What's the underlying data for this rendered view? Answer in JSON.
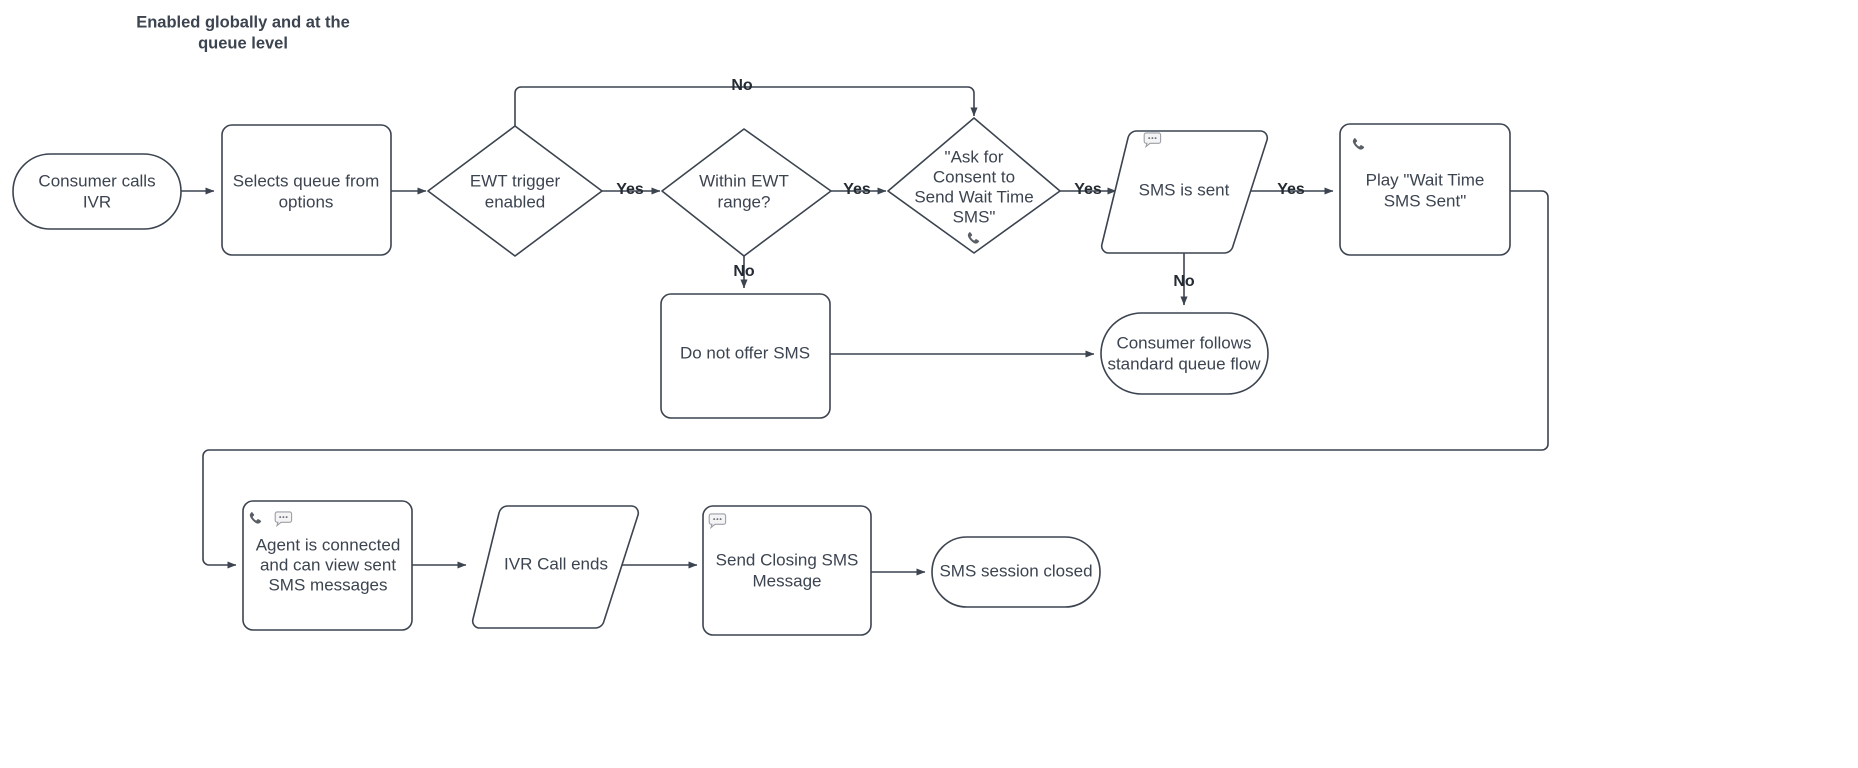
{
  "title": {
    "line1": "Enabled globally and at the",
    "line2": "queue level"
  },
  "nodes": {
    "consumer_calls_ivr": {
      "label_1": "Consumer calls",
      "label_2": "IVR",
      "shape": "stadium"
    },
    "selects_queue": {
      "label_1": "Selects queue from",
      "label_2": "options",
      "shape": "rect"
    },
    "ewt_trigger": {
      "label_1": "EWT trigger",
      "label_2": "enabled",
      "shape": "diamond"
    },
    "within_ewt_range": {
      "label_1": "Within EWT",
      "label_2": "range?",
      "shape": "diamond"
    },
    "ask_for_consent": {
      "label_1": "\"Ask for",
      "label_2": "Consent to",
      "label_3": "Send Wait Time",
      "label_4": "SMS\"",
      "shape": "diamond",
      "icon": "phone-icon"
    },
    "sms_is_sent": {
      "label_1": "SMS is sent",
      "shape": "parallelogram",
      "icon": "sms-bubble-icon"
    },
    "play_wait_time": {
      "label_1": "Play \"Wait Time",
      "label_2": "SMS Sent\"",
      "shape": "rect",
      "icon": "phone-icon"
    },
    "do_not_offer_sms": {
      "label_1": "Do not offer SMS",
      "shape": "rect"
    },
    "consumer_follows": {
      "label_1": "Consumer follows",
      "label_2": "standard queue flow",
      "shape": "stadium"
    },
    "agent_connected": {
      "label_1": "Agent is connected",
      "label_2": "and can view sent",
      "label_3": "SMS messages",
      "shape": "rect",
      "icon_1": "phone-icon",
      "icon_2": "sms-bubble-icon"
    },
    "ivr_call_ends": {
      "label_1": "IVR Call ends",
      "shape": "parallelogram"
    },
    "send_closing_sms": {
      "label_1": "Send Closing SMS",
      "label_2": "Message",
      "shape": "rect",
      "icon": "sms-bubble-icon"
    },
    "sms_session_closed": {
      "label_1": "SMS session closed",
      "shape": "stadium"
    }
  },
  "edges": {
    "ewt_trigger_no": {
      "label": "No",
      "from": "ewt_trigger",
      "to": "ask_for_consent"
    },
    "ewt_trigger_yes": {
      "label": "Yes",
      "from": "ewt_trigger",
      "to": "within_ewt_range"
    },
    "within_range_yes": {
      "label": "Yes",
      "from": "within_ewt_range",
      "to": "ask_for_consent"
    },
    "within_range_no": {
      "label": "No",
      "from": "within_ewt_range",
      "to": "do_not_offer_sms"
    },
    "consent_yes": {
      "label": "Yes",
      "from": "ask_for_consent",
      "to": "sms_is_sent"
    },
    "sms_sent_yes": {
      "label": "Yes",
      "from": "sms_is_sent",
      "to": "play_wait_time"
    },
    "sms_sent_no": {
      "label": "No",
      "from": "sms_is_sent",
      "to": "consumer_follows"
    },
    "ivr_to_queue": {
      "label": "",
      "from": "consumer_calls_ivr",
      "to": "selects_queue"
    },
    "queue_to_trigger": {
      "label": "",
      "from": "selects_queue",
      "to": "ewt_trigger"
    },
    "no_sms_to_follows": {
      "label": "",
      "from": "do_not_offer_sms",
      "to": "consumer_follows"
    },
    "play_to_agent": {
      "label": "",
      "from": "play_wait_time",
      "to": "agent_connected"
    },
    "agent_to_call_ends": {
      "label": "",
      "from": "agent_connected",
      "to": "ivr_call_ends"
    },
    "call_ends_to_closing": {
      "label": "",
      "from": "ivr_call_ends",
      "to": "send_closing_sms"
    },
    "closing_to_closed": {
      "label": "",
      "from": "send_closing_sms",
      "to": "sms_session_closed"
    }
  },
  "colors": {
    "stroke": "#3c4450",
    "text": "#3c4450",
    "edge_label": "#252b33",
    "background": "#ffffff",
    "icon_phone": "#5a5f66",
    "icon_bubble": "#9aa0a6"
  }
}
